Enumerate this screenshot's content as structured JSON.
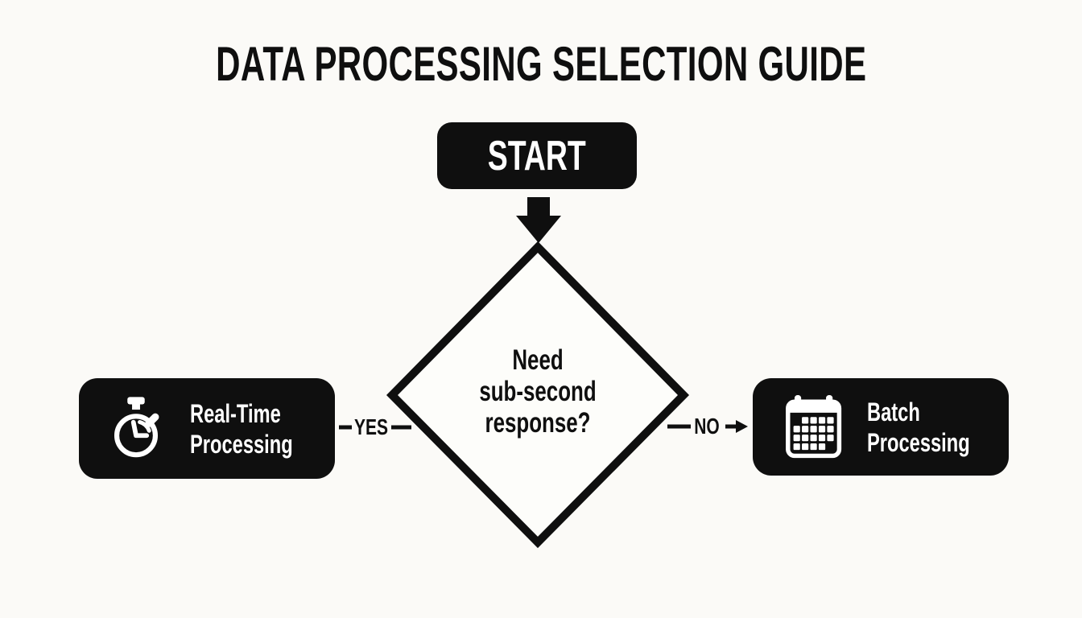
{
  "title": "DATA PROCESSING SELECTION GUIDE",
  "nodes": {
    "start": {
      "label": "START"
    },
    "decision": {
      "lines": [
        "Need",
        "sub-second",
        "response?"
      ]
    },
    "realtime": {
      "icon": "stopwatch-icon",
      "lines": [
        "Real-Time",
        "Processing"
      ]
    },
    "batch": {
      "icon": "calendar-icon",
      "lines": [
        "Batch",
        "Processing"
      ]
    }
  },
  "edges": {
    "yes": {
      "label": "YES"
    },
    "no": {
      "label": "NO"
    }
  },
  "colors": {
    "background": "#fbfaf7",
    "node_fill": "#0f0f0f",
    "node_text": "#ffffff",
    "line": "#0f0f0f",
    "diamond_fill": "#fdfdfa",
    "diamond_border": "#0f0f0f"
  }
}
